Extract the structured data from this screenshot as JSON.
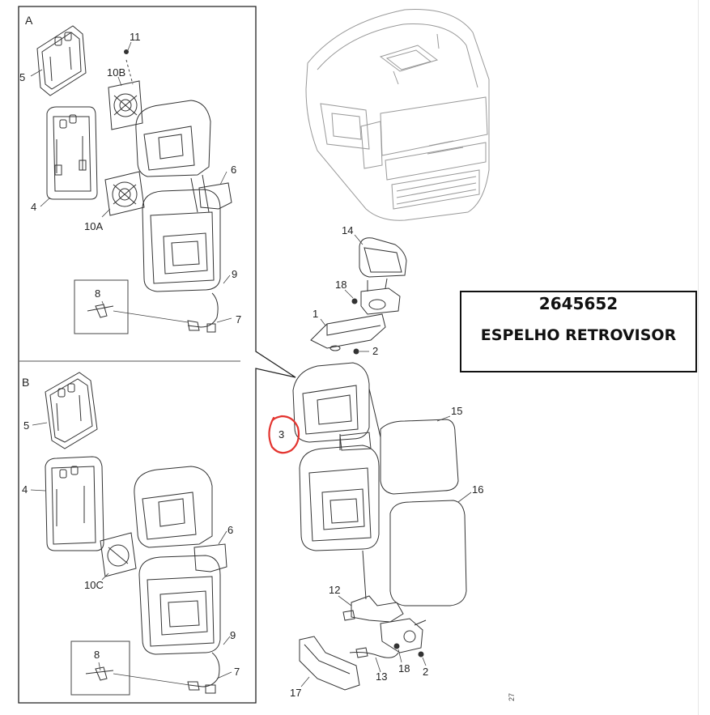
{
  "diagram": {
    "sections": [
      {
        "id": "A",
        "label": "A"
      },
      {
        "id": "B",
        "label": "B"
      }
    ],
    "callouts": {
      "c5a": "5",
      "c4a": "4",
      "c11": "11",
      "c10b": "10B",
      "c10a": "10A",
      "c6a": "6",
      "c9a": "9",
      "c8a": "8",
      "c7a": "7",
      "c5b": "5",
      "c4b": "4",
      "c10c": "10C",
      "c6b": "6",
      "c9b": "9",
      "c8b": "8",
      "c7b": "7",
      "c14": "14",
      "c18a": "18",
      "c1": "1",
      "c2a": "2",
      "c3": "3",
      "c15": "15",
      "c16": "16",
      "c12": "12",
      "c13": "13",
      "c18b": "18",
      "c2b": "2",
      "c17": "17"
    },
    "highlight_color": "#e3342f"
  },
  "part_label": {
    "number": "2645652",
    "name": "ESPELHO RETROVISOR"
  },
  "footer_code": "27"
}
